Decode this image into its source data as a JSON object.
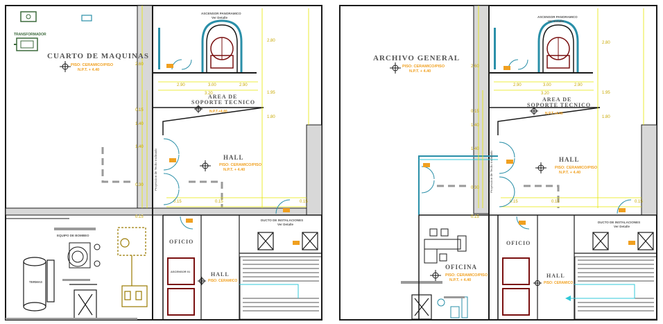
{
  "colors": {
    "wall": "#1a1a1a",
    "structure": "#d8d8d8",
    "dimension": "#e6e600",
    "door": "#2a8fa8",
    "elevator": "#7a1010",
    "annotation": "#f0a020",
    "equipment": "#3c6a3c",
    "cyan": "#30c8d8",
    "gray": "#9a9a9a"
  },
  "left_plan": {
    "transformer_label": "TRANSFORMADOR",
    "machine_room": {
      "title": "CUARTO DE MAQUINAS",
      "floor": "PISO: CERAMICO/PISO",
      "level": "N.P.T. + 4.40"
    },
    "elevator_caption": "ASCENSOR PANORAMICO",
    "elevator_sub": "Ver Detalle",
    "tech_support": {
      "title_line1": "AREA DE",
      "title_line2": "SOPORTE TECNICO",
      "level": "N.P.T.+4.40"
    },
    "hall": {
      "title": "HALL",
      "floor": "PISO: CERAMICO/PISO",
      "level": "N.P.T. + 4.40"
    },
    "office": "OFICIO",
    "lower_hall": "HALL",
    "lower_floor": "PISO: CERAMICO",
    "ducts_label": "DUCTO DE INSTALACIONES",
    "ducts_sub": "Ver Detalle",
    "pressurization_label": "EQUIPO DE BOMBEO",
    "tanks_label": "TERMAS",
    "vertical_note": "Proyeccion de Techo Inclinado",
    "dims": [
      "0.15",
      "2.60",
      "2.80",
      "1.95",
      "0.15",
      "1.40",
      "2.90",
      "0.30",
      "3.00",
      "3.20",
      "1.80"
    ]
  },
  "right_plan": {
    "archive": {
      "title": "ARCHIVO GENERAL",
      "floor": "PISO: CERAMICO/PISO",
      "level": "N.P.T. + 4.40"
    },
    "elevator_caption": "ASCENSOR PANORAMICO",
    "elevator_sub": "Ver Detalle",
    "tech_support": {
      "title_line1": "AREA DE",
      "title_line2": "SOPORTE TECNICO",
      "level": "N.P.T.+4.40"
    },
    "hall": {
      "title": "HALL",
      "floor": "PISO: CERAMICO/PISO",
      "level": "N.P.T. + 4.40"
    },
    "office": {
      "title": "OFICINA",
      "floor": "PISO: CERAMICO/PISO",
      "level": "N.P.T. + 4.40"
    },
    "office_small": "OFICIO",
    "lower_hall": "HALL",
    "lower_floor": "PISO: CERAMICO",
    "ducts_label": "DUCTO DE INSTALACIONES",
    "ducts_sub": "Ver Detalle",
    "vertical_note": "Proyeccion de Techo Inclinado",
    "dims": [
      "0.15",
      "2.60",
      "2.80",
      "1.95",
      "0.15",
      "1.40",
      "2.90",
      "0.30",
      "3.00",
      "3.20",
      "1.80"
    ]
  }
}
